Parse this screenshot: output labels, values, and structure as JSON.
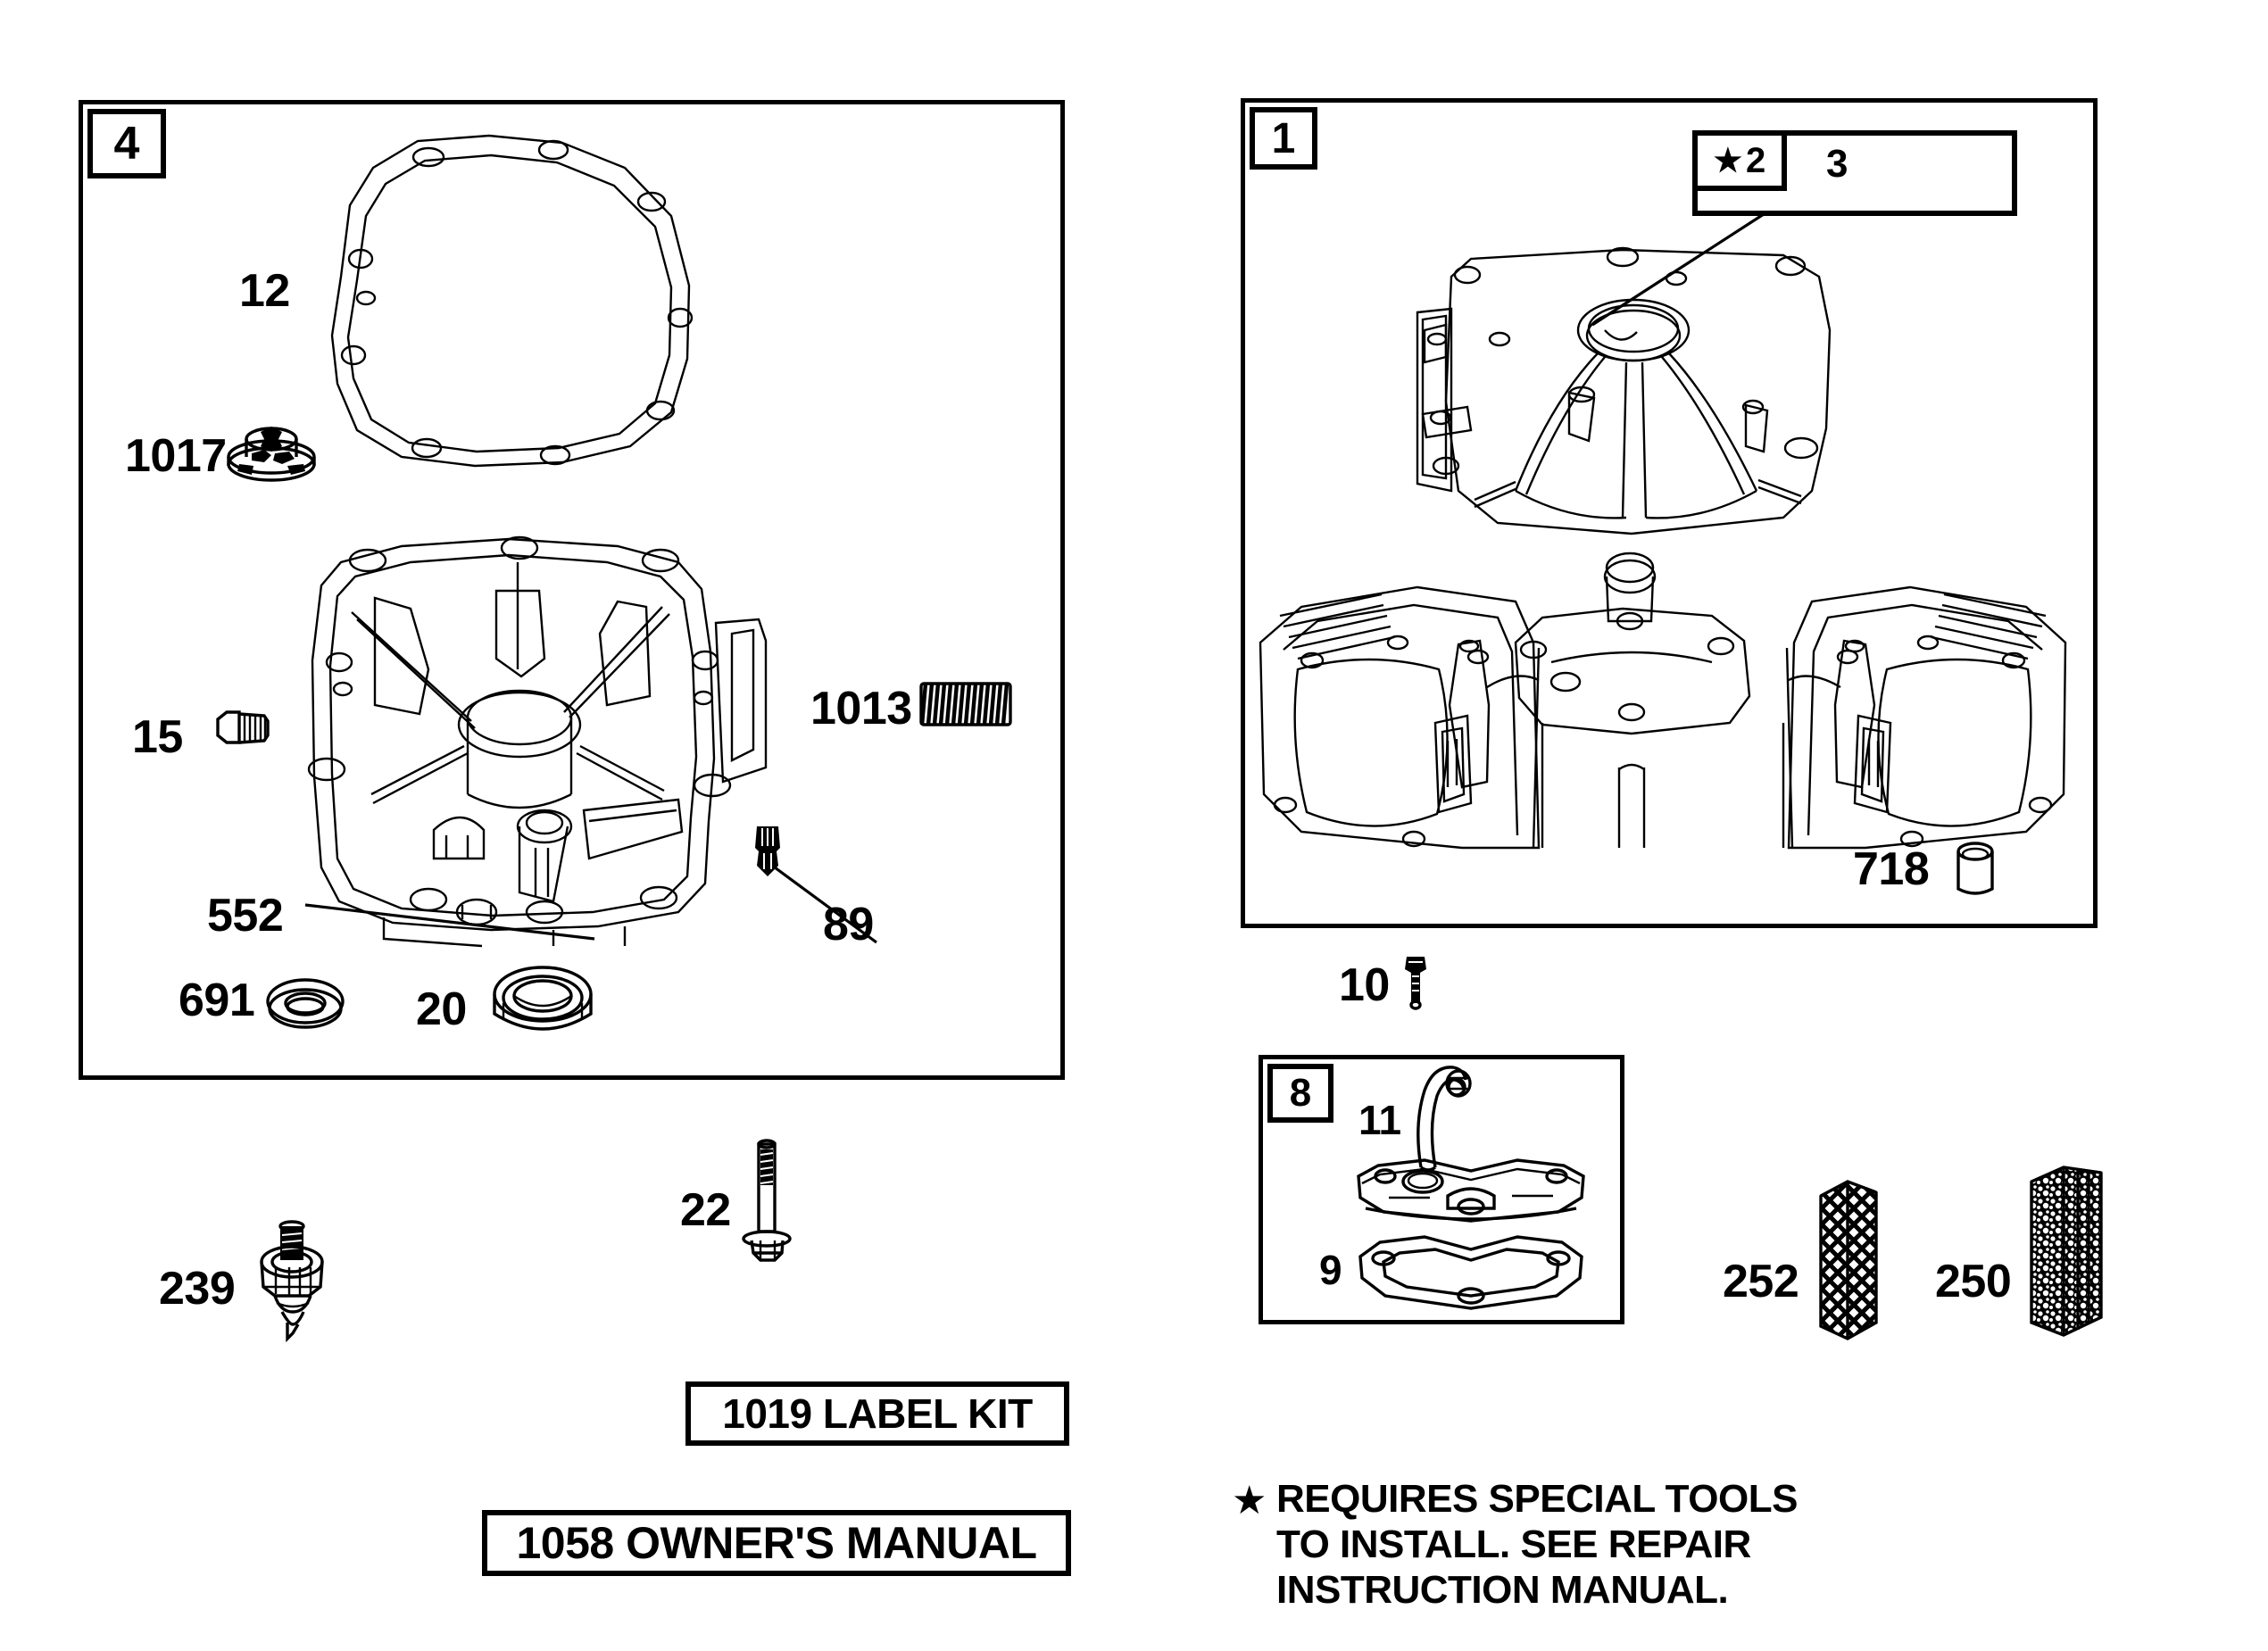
{
  "diagram": {
    "title_visible": false,
    "ink_color": "#000000",
    "background_color": "#ffffff"
  },
  "panels": [
    {
      "id": "panel-4",
      "tag": "4",
      "ref": "crankcase-cover-group"
    },
    {
      "id": "panel-1",
      "tag": "1",
      "ref": "cylinder-block-group"
    },
    {
      "id": "panel-8",
      "tag": "8",
      "ref": "breather-group"
    }
  ],
  "panel4": {
    "tag": "4",
    "callouts": [
      {
        "key": "gasket",
        "number": "12",
        "icon": "gasket-outline"
      },
      {
        "key": "oil-seal-retainer",
        "number": "1017",
        "icon": "slotted-retainer"
      },
      {
        "key": "plug",
        "number": "15",
        "icon": "hex-pipe-plug"
      },
      {
        "key": "stud",
        "number": "1013",
        "icon": "threaded-stud"
      },
      {
        "key": "crankcase-cover",
        "number": "552",
        "icon": "crankcase-cover-body"
      },
      {
        "key": "dowel-pin",
        "number": "89",
        "icon": "knurled-dowel-pin"
      },
      {
        "key": "oil-seal",
        "number": "691",
        "icon": "oil-seal-ring"
      },
      {
        "key": "ball-bearing",
        "number": "20",
        "icon": "ball-bearing"
      }
    ]
  },
  "panel1": {
    "tag": "1",
    "callouts": [
      {
        "key": "cylinder-block",
        "number": "1",
        "icon": "cylinder-block-assembly"
      },
      {
        "key": "valve-guide-bushing",
        "number": "2",
        "icon": "bushing",
        "starred": true,
        "star": "★"
      },
      {
        "key": "seal",
        "number": "3",
        "icon": "seal-ring"
      },
      {
        "key": "pin",
        "number": "718",
        "icon": "cylindrical-pin"
      }
    ],
    "inset": {
      "starred_number": "2",
      "star": "★",
      "plain_number": "3"
    }
  },
  "panel8": {
    "tag": "8",
    "callouts": [
      {
        "key": "breather-tube",
        "number": "11",
        "icon": "breather-tube"
      },
      {
        "key": "breather-assembly",
        "number": "8",
        "icon": "breather-body"
      },
      {
        "key": "breather-gasket",
        "number": "9",
        "icon": "breather-gasket"
      }
    ]
  },
  "loose_parts": [
    {
      "key": "screw",
      "number": "10",
      "icon": "machine-screw"
    },
    {
      "key": "flange-bolt",
      "number": "22",
      "icon": "flange-bolt"
    },
    {
      "key": "oil-pressure-switch",
      "number": "239",
      "icon": "pressure-switch"
    },
    {
      "key": "mesh-filter",
      "number": "252",
      "icon": "diamond-mesh-element"
    },
    {
      "key": "foam-filter",
      "number": "250",
      "icon": "porous-foam-element"
    }
  ],
  "text_labels": [
    {
      "key": "label-kit",
      "text": "1019 LABEL KIT"
    },
    {
      "key": "owners-manual",
      "text": "1058 OWNER'S MANUAL"
    }
  ],
  "footnote": {
    "star": "★",
    "line1": "REQUIRES SPECIAL TOOLS",
    "line2": "TO INSTALL.  SEE REPAIR",
    "line3": "INSTRUCTION MANUAL."
  }
}
